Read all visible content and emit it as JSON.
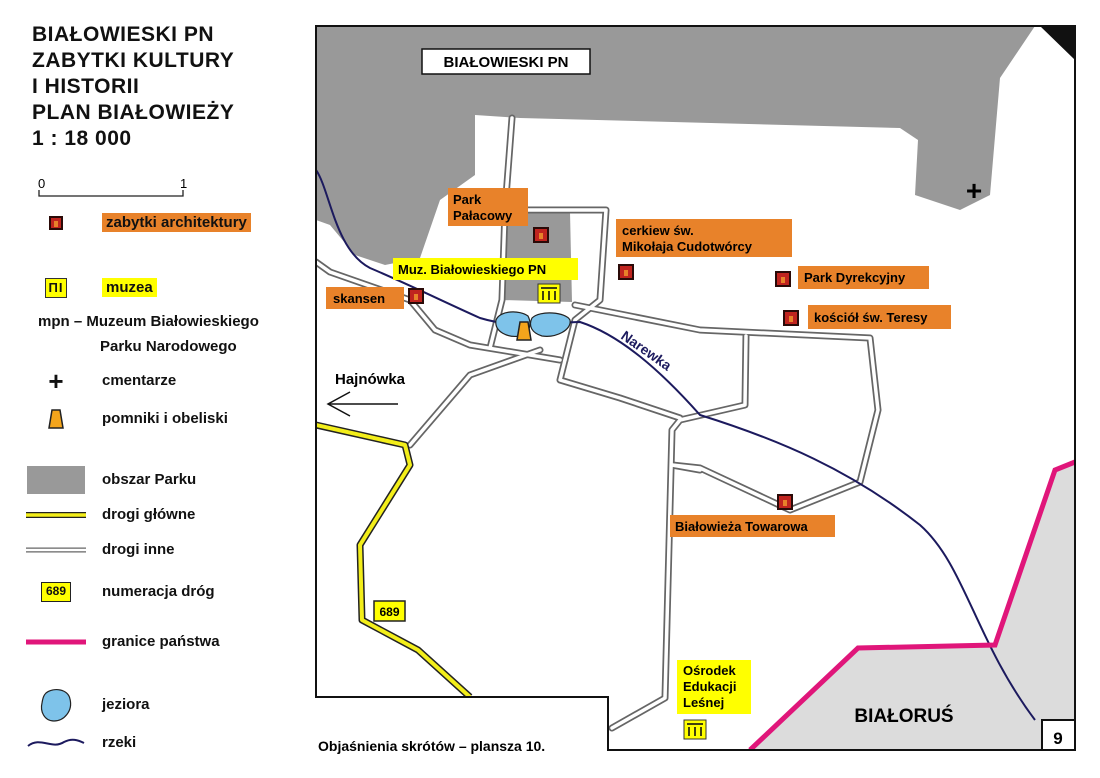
{
  "title": {
    "line1": "BIAŁOWIESKI PN",
    "line2": "ZABYTKI KULTURY",
    "line3": "I HISTORII",
    "line4": "PLAN BIAŁOWIEŻY",
    "scale": "1 : 18 000"
  },
  "scale_bar": {
    "start": "0",
    "end": "1 km"
  },
  "legend": {
    "architecture": "zabytki architektury",
    "museums": "muzea",
    "mpn_line1": "mpn – Muzeum Białowieskiego",
    "mpn_line2": "Parku Narodowego",
    "cemeteries": "cmentarze",
    "monuments": "pomniki i obeliski",
    "park_area": "obszar Parku",
    "main_roads": "drogi główne",
    "other_roads": "drogi inne",
    "road_numbers": "numeracja dróg",
    "road_number_example": "689",
    "border": "granice państwa",
    "lakes": "jeziora",
    "rivers": "rzeki"
  },
  "colors": {
    "park_gray": "#999999",
    "belarus_gray": "#dcdcdc",
    "orange": "#e8822a",
    "yellow": "#ffff00",
    "border_magenta": "#e0167a",
    "river_navy": "#1c1a5e",
    "lake_blue": "#7ec3ea",
    "main_road": "#f3ee1a"
  },
  "map": {
    "park_label": "BIAŁOWIESKI PN",
    "belarus_label": "BIAŁORUŚ",
    "river_label": "Narewka",
    "direction_label": "Hajnówka",
    "road_number": "689",
    "page_number": "9",
    "footer_note": "Objaśnienia skrótów – plansza 10.",
    "places": {
      "park_palacowy_1": "Park",
      "park_palacowy_2": "Pałacowy",
      "cerkiew_1": "cerkiew św.",
      "cerkiew_2": "Mikołaja Cudotwórcy",
      "museum_bpn": "Muz. Białowieskiego PN",
      "skansen": "skansen",
      "park_dyrekcyjny": "Park Dyrekcyjny",
      "kosciol": "kościół św. Teresy",
      "towarowa": "Białowieża Towarowa",
      "osrodek_1": "Ośrodek",
      "osrodek_2": "Edukacji",
      "osrodek_3": "Leśnej"
    }
  }
}
